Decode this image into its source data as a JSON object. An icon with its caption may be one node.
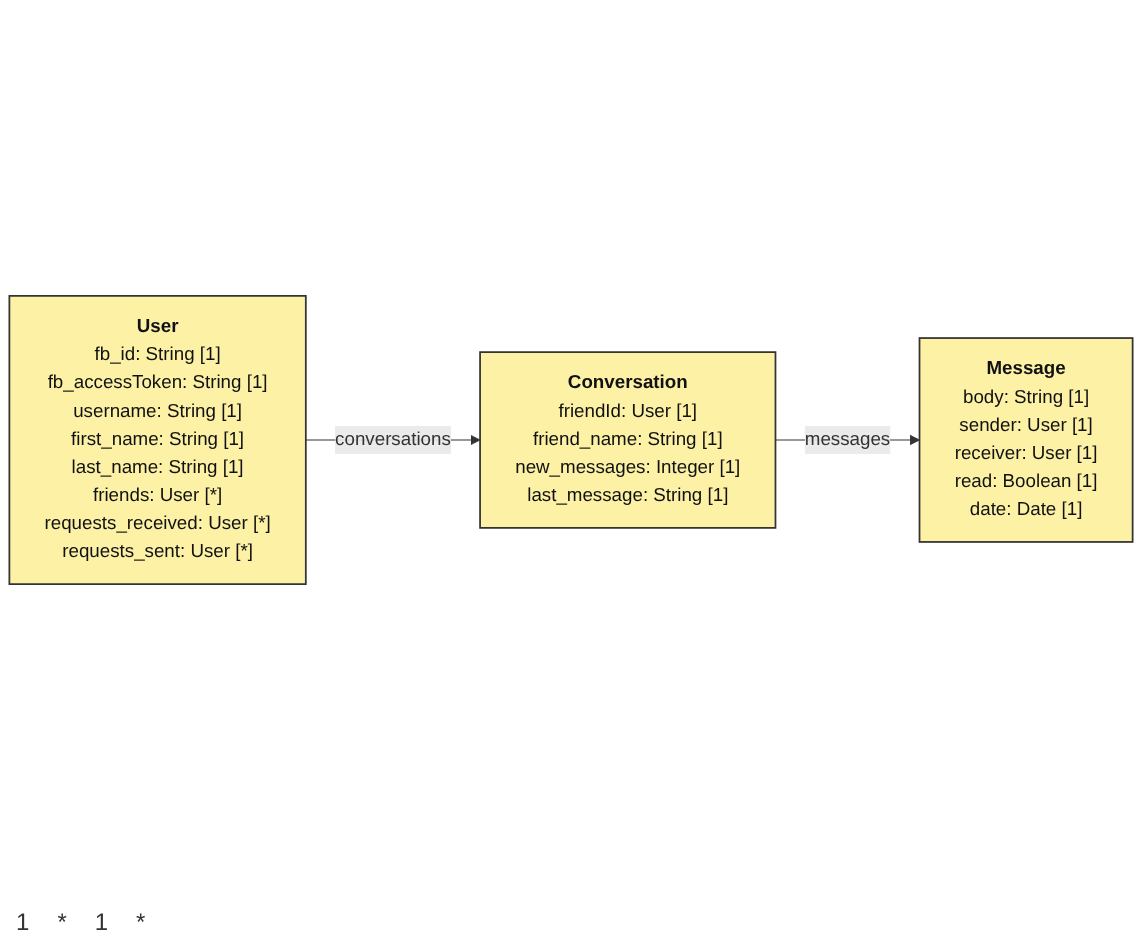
{
  "diagram": {
    "nodes": [
      {
        "text": [
          "User",
          "fb_id: String [1]",
          "fb_accessToken: String [1]",
          "username: String [1]",
          "first_name: String [1]",
          "last_name: String [1]",
          "friends: User [*]",
          "requests_received: User [*]",
          "requests_sent: User [*]"
        ]
      },
      {
        "text": [
          "Conversation",
          "friendId: User [1]",
          "friend_name: String [1]",
          "new_messages: Integer [1]",
          "last_message: String [1]"
        ]
      },
      {
        "text": [
          "Message",
          "body: String [1]",
          "sender: User [1]",
          "receiver: User [1]",
          "read: Boolean [1]",
          "date: Date [1]"
        ]
      }
    ],
    "edges": [
      {
        "from": 0,
        "to": 1,
        "arrow": "to",
        "label": "conversations"
      },
      {
        "from": 1,
        "to": 2,
        "arrow": "to",
        "label": "messages"
      }
    ],
    "labels": [
      "1",
      "*",
      "1",
      "*"
    ]
  }
}
